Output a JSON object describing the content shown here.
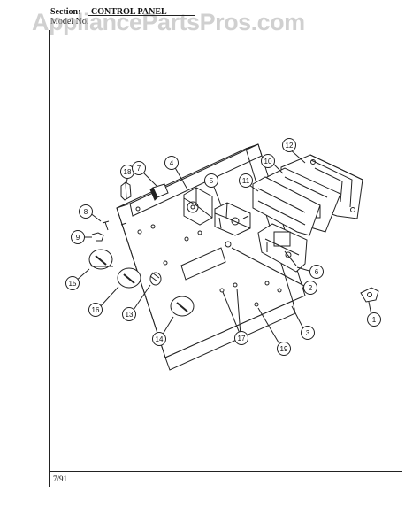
{
  "header": {
    "section_label": "Section:",
    "section_value": "CONTROL PANEL",
    "model_label": "Model No.",
    "model_value": ""
  },
  "watermark": "AppliancePartsPros.com",
  "footer": {
    "date": "7/91"
  },
  "callouts": [
    "12",
    "10",
    "18",
    "7",
    "4",
    "5",
    "11",
    "8",
    "9",
    "6",
    "15",
    "16",
    "13",
    "2",
    "14",
    "17",
    "19",
    "3",
    "1"
  ]
}
